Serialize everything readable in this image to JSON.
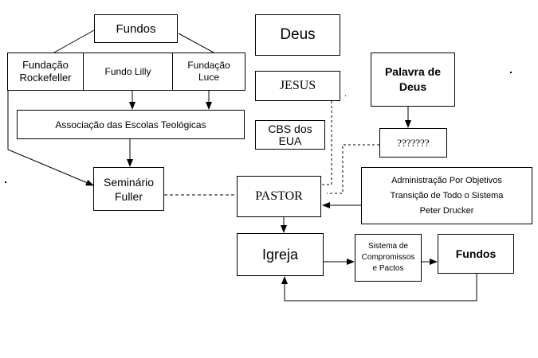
{
  "diagram": {
    "fundos_top": "Fundos",
    "fundacao_rockefeller": "Fundação\nRockefeller",
    "fundo_lilly": "Fundo Lilly",
    "fundacao_luce": "Fundação\nLuce",
    "associacao": "Associação das Escolas Teológicas",
    "seminario": "Seminário\nFuller",
    "deus": "Deus",
    "jesus": "JESUS",
    "cbs": "CBS dos\nEUA",
    "palavra": "Palavra de\nDeus",
    "interrogacao": "???????",
    "pastor": "PASTOR",
    "administracao": "Administração Por Objetivos\nTransição de Todo o Sistema\nPeter Drucker",
    "igreja": "Igreja",
    "sistema": "Sistema de\nCompromissos\ne  Pactos",
    "fundos_bottom": "Fundos"
  },
  "colors": {
    "line": "#000000",
    "background": "#ffffff"
  }
}
